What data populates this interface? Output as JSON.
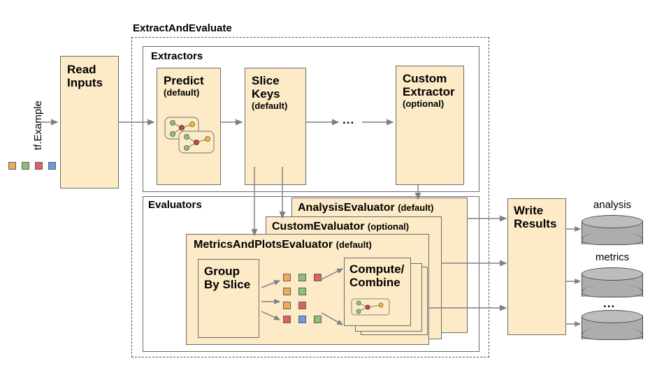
{
  "diagram": {
    "type": "pipeline-architecture",
    "title": "TensorFlow Model Analysis ExtractAndEvaluate pipeline",
    "input": {
      "label": "tf.Example",
      "swatch_colors": [
        "#f0ab5a",
        "#8dc07a",
        "#d9645f",
        "#6d9ae6"
      ]
    },
    "read_inputs": {
      "title": "Read\nInputs",
      "line1": "Read",
      "line2": "Inputs"
    },
    "outer_group": {
      "label": "ExtractAndEvaluate"
    },
    "extractors": {
      "label": "Extractors",
      "boxes": [
        {
          "line1": "Predict",
          "line2": "",
          "qualifier": "(default)",
          "has_icon": true
        },
        {
          "line1": "Slice",
          "line2": "Keys",
          "qualifier": "(default)",
          "has_icon": false
        },
        {
          "line1": "Custom",
          "line2": "Extractor",
          "qualifier": "(optional)",
          "has_icon": false
        }
      ],
      "ellipsis": "..."
    },
    "evaluators": {
      "label": "Evaluators",
      "stack": [
        {
          "name": "AnalysisEvaluator",
          "qualifier": "(default)"
        },
        {
          "name": "CustomEvaluator",
          "qualifier": "(optional)"
        },
        {
          "name": "MetricsAndPlotsEvaluator",
          "qualifier": "(default)"
        }
      ],
      "group_by_slice": {
        "line1": "Group",
        "line2": "By Slice"
      },
      "compute_combine": {
        "line1": "Compute/",
        "line2": "Combine"
      },
      "slice_rows": [
        [
          "#f0ab5a",
          "#8dc07a",
          "#d9645f"
        ],
        [
          "#f0ab5a",
          "#8dc07a"
        ],
        [
          "#f0ab5a",
          "#d9645f"
        ],
        [
          "#d9645f",
          "#6d9ae6",
          "#8dc07a"
        ]
      ]
    },
    "write_results": {
      "line1": "Write",
      "line2": "Results"
    },
    "outputs": [
      {
        "label": "analysis"
      },
      {
        "label": "metrics"
      },
      {
        "label": "..."
      }
    ],
    "colors": {
      "process_fill": "#fdebc8",
      "box_stroke": "#6b6b6b",
      "arrow": "#808080",
      "cylinder_fill": "#adadad"
    }
  }
}
